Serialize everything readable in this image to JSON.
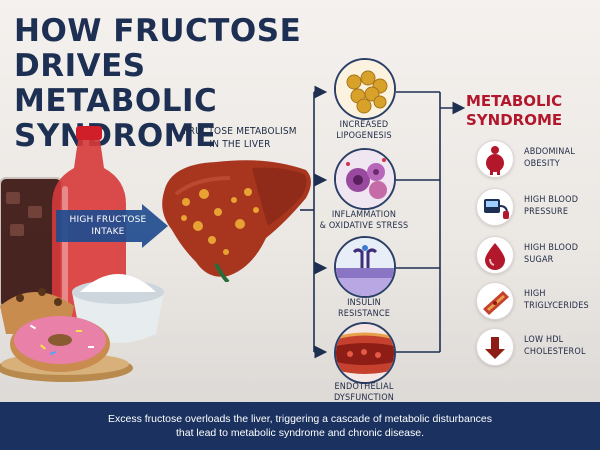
{
  "title": {
    "line1": "HOW FRUCTOSE",
    "line2": "DRIVES METABOLIC",
    "line3": "SYNDROME"
  },
  "intake": {
    "line1": "HIGH FRUCTOSE",
    "line2": "INTAKE"
  },
  "liver": {
    "line1": "FRUCTOSE METABOLISM",
    "line2": "IN THE LIVER"
  },
  "effects": [
    {
      "line1": "INCREASED",
      "line2": "LIPOGENESIS",
      "icon": "fat-droplets-icon"
    },
    {
      "line1": "INFLAMMATION",
      "line2": "& OXIDATIVE STRESS",
      "icon": "inflamed-cells-icon"
    },
    {
      "line1": "INSULIN",
      "line2": "RESISTANCE",
      "icon": "insulin-receptor-icon"
    },
    {
      "line1": "ENDOTHELIAL",
      "line2": "DYSFUNCTION",
      "icon": "blood-vessel-icon"
    }
  ],
  "metabolic_syndrome": {
    "line1": "METABOLIC",
    "line2": "SYNDROME"
  },
  "components": [
    {
      "line1": "ABDOMINAL",
      "line2": "OBESITY",
      "icon": "obesity-icon"
    },
    {
      "line1": "HIGH BLOOD",
      "line2": "PRESSURE",
      "icon": "blood-pressure-monitor-icon"
    },
    {
      "line1": "HIGH BLOOD",
      "line2": "SUGAR",
      "icon": "blood-drop-icon"
    },
    {
      "line1": "HIGH",
      "line2": "TRIGLYCERIDES",
      "icon": "clogged-artery-icon"
    },
    {
      "line1": "LOW HDL",
      "line2": "CHOLESTEROL",
      "icon": "down-arrow-icon"
    }
  ],
  "footer": {
    "line1": "Excess fructose overloads the liver, triggering a cascade of metabolic disturbances",
    "line2": "that lead to metabolic syndrome and chronic disease."
  },
  "colors": {
    "navy": "#1d2f52",
    "accent_red": "#b3172c",
    "footer_bg": "#1b3260",
    "arrow_blue": "#1f4c8f"
  }
}
